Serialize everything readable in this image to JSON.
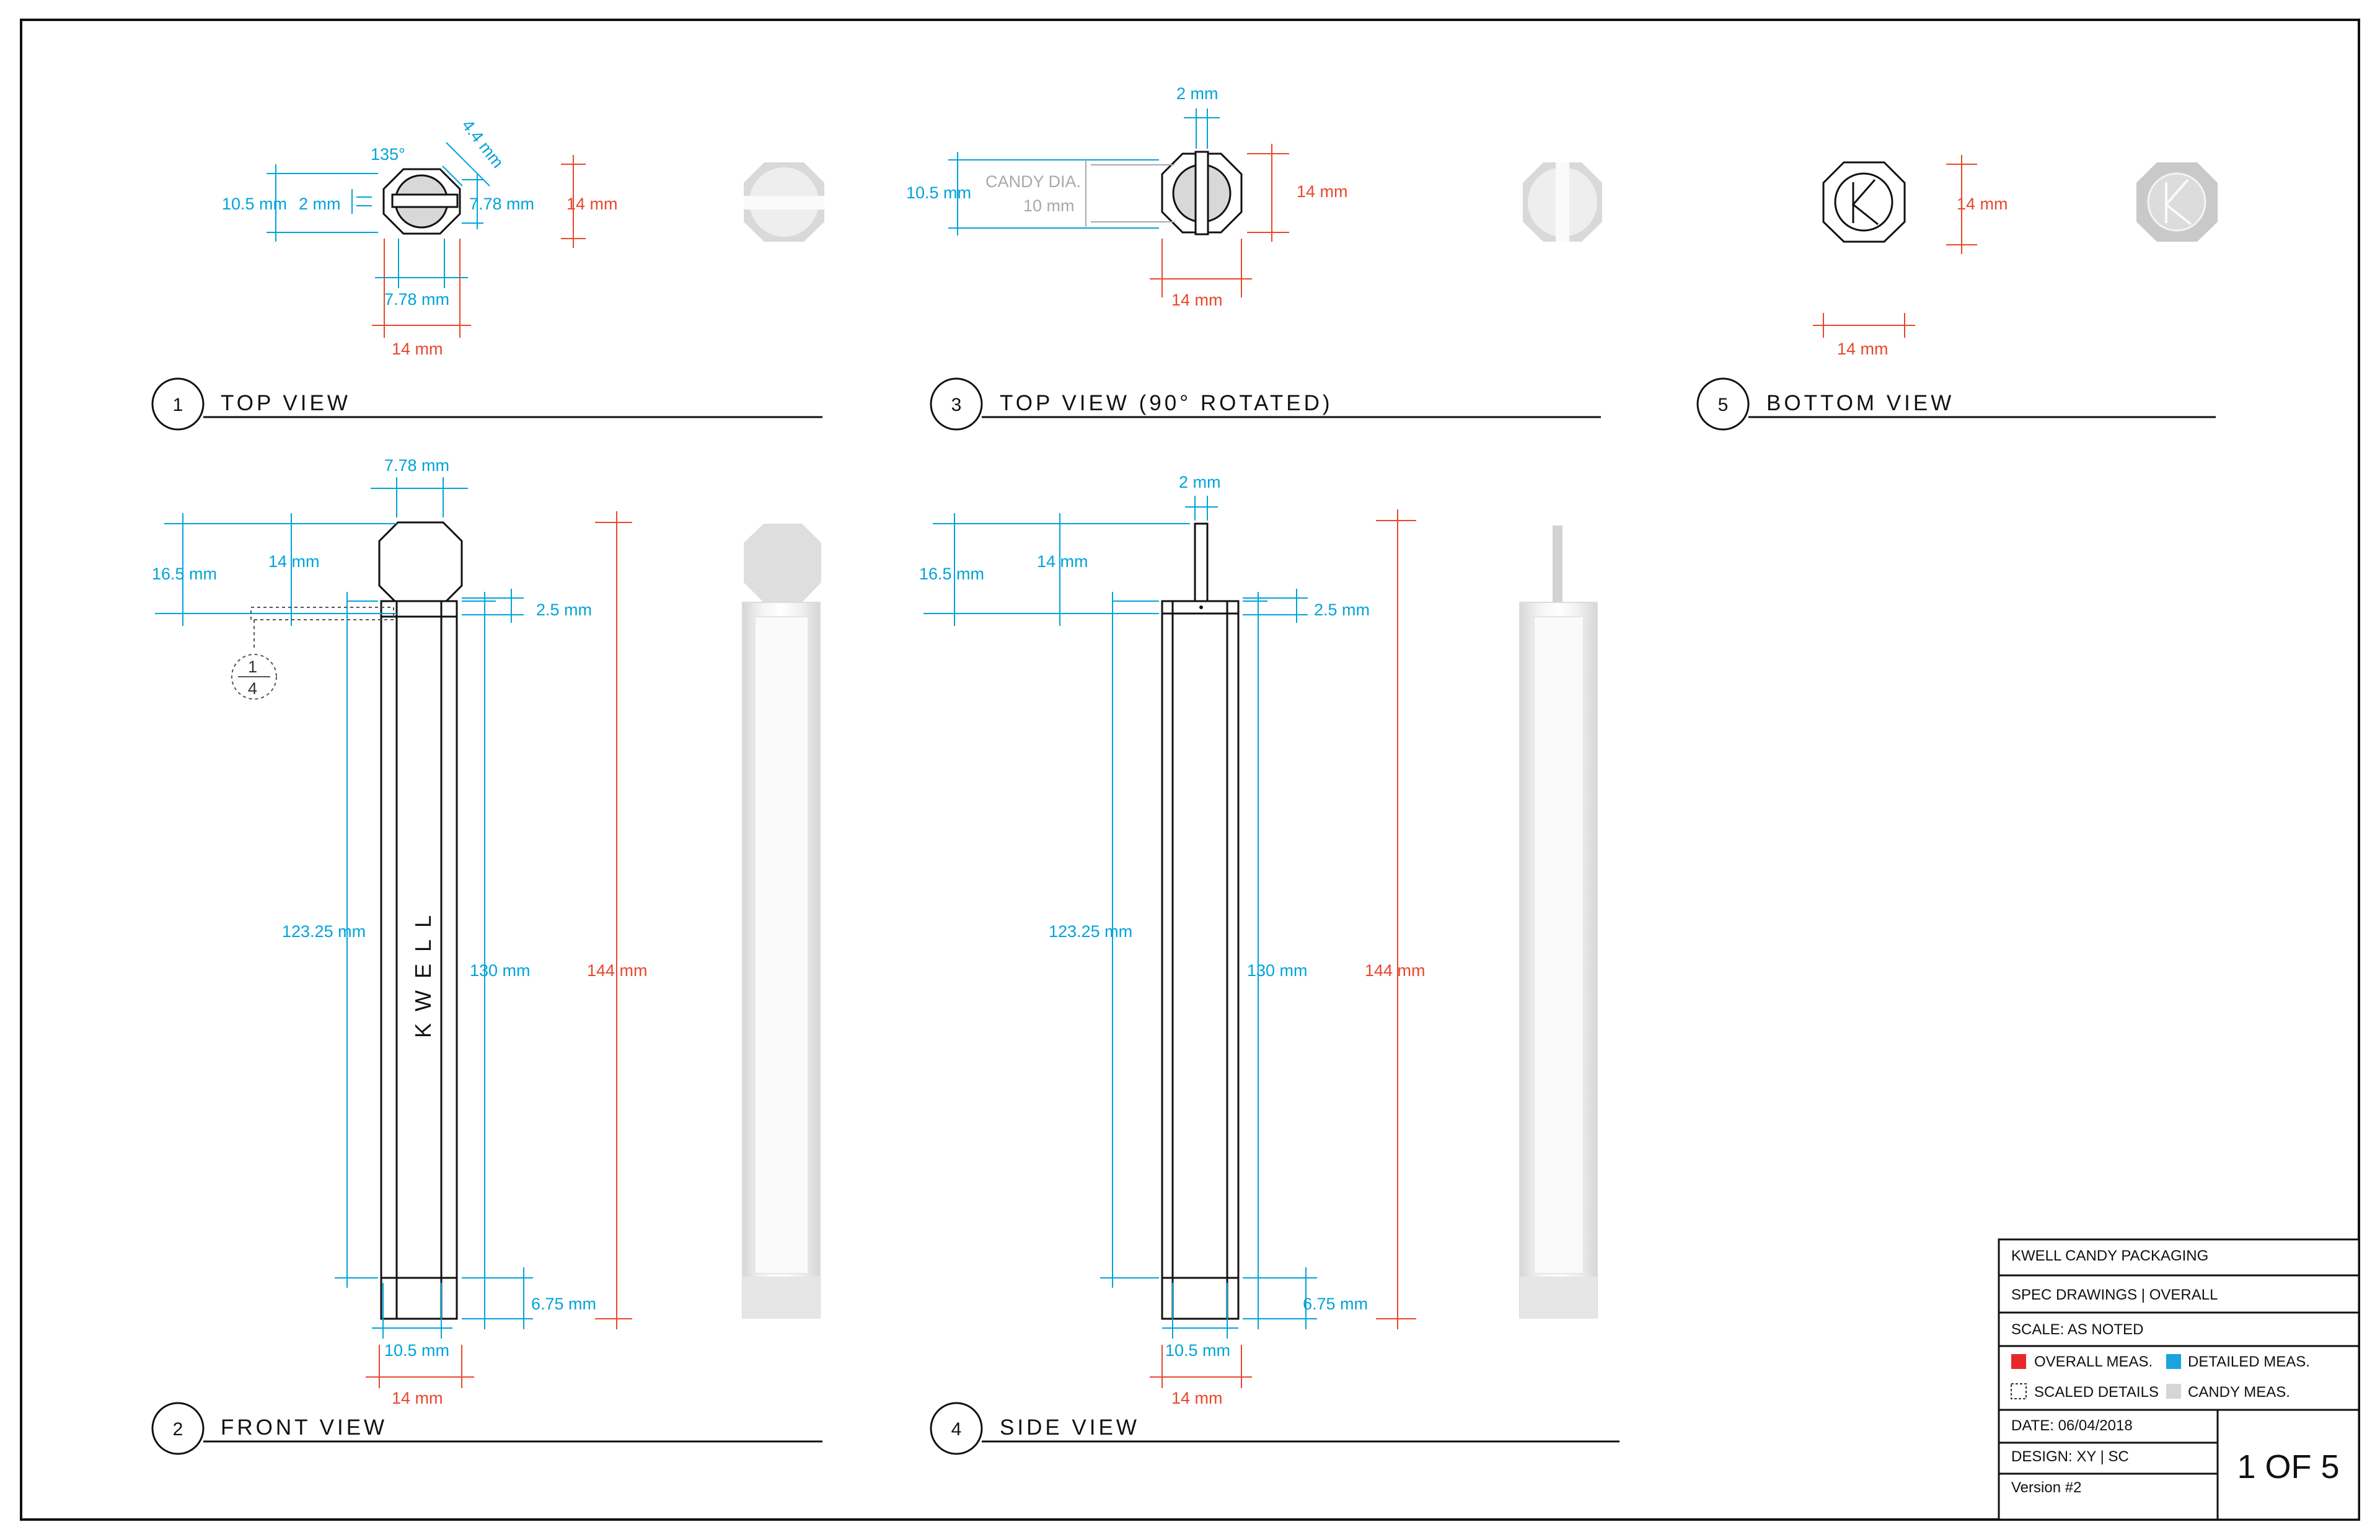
{
  "views": {
    "top": {
      "num": "1",
      "title": "TOP VIEW"
    },
    "front": {
      "num": "2",
      "title": "FRONT VIEW"
    },
    "top_rotated": {
      "num": "3",
      "title": "TOP VIEW (90° ROTATED)"
    },
    "side": {
      "num": "4",
      "title": "SIDE VIEW"
    },
    "bottom": {
      "num": "5",
      "title": "BOTTOM VIEW"
    }
  },
  "top_view": {
    "angle": "135°",
    "edge": "4.4 mm",
    "height": "10.5 mm",
    "slot": "2 mm",
    "inner_right": "7.78 mm",
    "overall_right": "14 mm",
    "inner_bottom": "7.78 mm",
    "overall_bottom": "14 mm"
  },
  "top_rotated": {
    "slot": "2 mm",
    "height": "10.5 mm",
    "candy_dia_label": "CANDY DIA.",
    "candy_dia": "10 mm",
    "overall_right": "14 mm",
    "overall_bottom": "14 mm"
  },
  "bottom_view": {
    "overall_right": "14 mm",
    "overall_bottom": "14 mm"
  },
  "front_view": {
    "cap_width": "7.78 mm",
    "left_total": "16.5 mm",
    "left_cap": "14 mm",
    "lip": "2.5 mm",
    "detail_num": "1",
    "detail_den": "4",
    "inner_length": "123.25 mm",
    "tube_length": "130 mm",
    "overall_length": "144 mm",
    "base": "6.75 mm",
    "inner_width": "10.5 mm",
    "overall_width": "14 mm",
    "brand": "KWELL"
  },
  "side_view": {
    "slot": "2 mm",
    "left_total": "16.5 mm",
    "left_cap": "14 mm",
    "lip": "2.5 mm",
    "inner_length": "123.25 mm",
    "tube_length": "130 mm",
    "overall_length": "144 mm",
    "base": "6.75 mm",
    "inner_width": "10.5 mm",
    "overall_width": "14 mm"
  },
  "title_block": {
    "project": "KWELL CANDY PACKAGING",
    "sheet": "SPEC DRAWINGS | OVERALL",
    "scale": "SCALE: AS NOTED",
    "legend": [
      {
        "label": "OVERALL MEAS.",
        "color": "#e8292c"
      },
      {
        "label": "DETAILED MEAS.",
        "color": "#1aa3dc"
      },
      {
        "label": "SCALED DETAILS",
        "color": "dashed"
      },
      {
        "label": "CANDY MEAS.",
        "color": "#d5d5d5"
      }
    ],
    "date": "DATE: 06/04/2018",
    "design": "DESIGN: XY | SC",
    "version": "Version #2",
    "page": "1 OF 5"
  }
}
